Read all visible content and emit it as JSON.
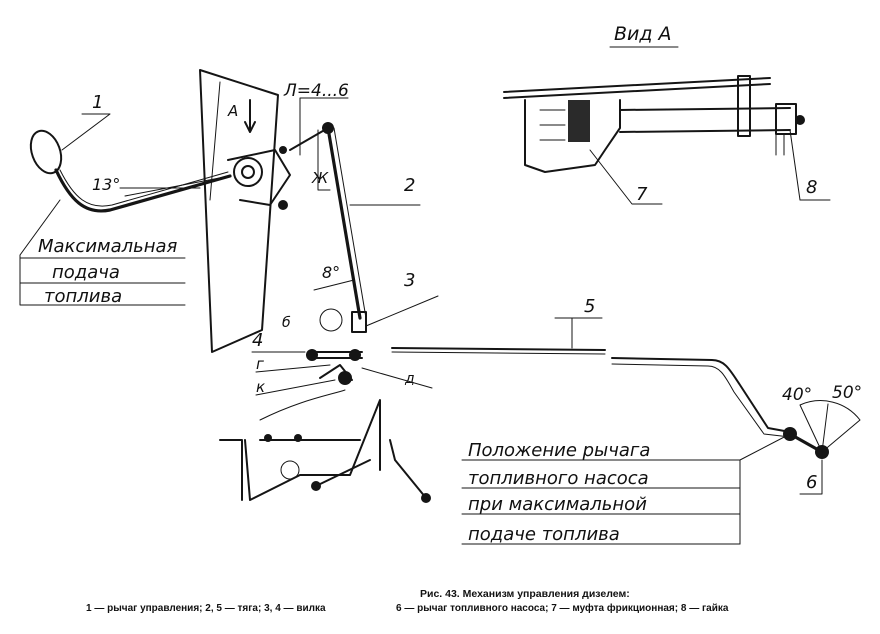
{
  "diagram": {
    "view_title": "Вид А",
    "view_arrow_label": "А",
    "gap_label": "Л=4...6",
    "labels": {
      "n1": "1",
      "n2": "2",
      "n3": "3",
      "n4": "4",
      "n5": "5",
      "n6": "6",
      "n7": "7",
      "n8": "8",
      "zh": "Ж",
      "b": "б",
      "g": "г",
      "k": "к",
      "d": "д"
    },
    "angles": {
      "a13": "13°",
      "a8": "8°",
      "a40": "40°",
      "a50": "50°"
    },
    "note_max_feed": [
      "Максимальная",
      "подача",
      "топлива"
    ],
    "note_pump_lever": [
      "Положение рычага",
      "топливного насоса",
      "при максимальной",
      "подаче топлива"
    ]
  },
  "caption": {
    "title": "Рис. 43. Механизм управления дизелем:",
    "legend_left": "1 — рычаг управления; 2, 5 — тяга; 3, 4 — вилка",
    "legend_right": "6 — рычаг топливного насоса; 7 — муфта фрикционная; 8 — гайка"
  }
}
